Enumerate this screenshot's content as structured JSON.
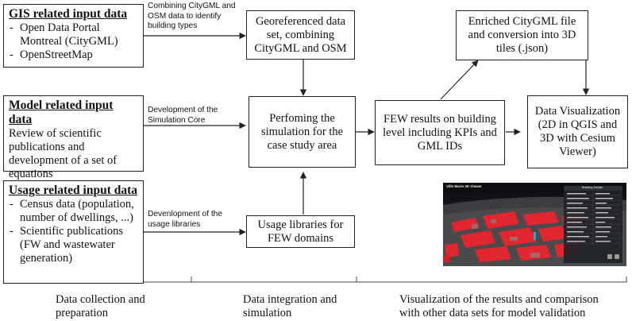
{
  "inputs": {
    "gis": {
      "title": "GIS related input data",
      "items": [
        "Open Data Portal Montreal (CityGML)",
        "OpenStreetMap"
      ]
    },
    "model": {
      "title": "Model related input data",
      "text": "Review of scientific publications and development of a set of equations"
    },
    "usage": {
      "title": "Usage related input data",
      "items": [
        "Census data (population, number of dwellings, ...)",
        "Scientific publications (FW and wastewater generation)"
      ]
    }
  },
  "notes": {
    "combining": "Combining CityGML and OSM data to identify building types",
    "simulation_core": "Development of the Simulation Core",
    "usage_libraries": "Devenlopment of the usage libraries"
  },
  "process": {
    "georeferenced": "Georeferenced data set, combining CityGML and OSM",
    "simulation": "Perfoming the simulation for the case study area",
    "usage_libraries": "Usage libraries for FEW domains",
    "results": "FEW results on building level including KPIs and GML IDs",
    "citygml": "Enriched CityGML file and conversion into 3D tiles (.json)",
    "visualization": "Data Visualization (2D in QGIS and 3D with Cesium Viewer)"
  },
  "stages": {
    "collection": "Data collection and preparation",
    "integration": "Data integration and simulation",
    "visualization": "Visualization of the results and comparison with other data sets for model validation"
  },
  "screenshot": {
    "title": "Ville Marie 3D Viewer",
    "panel_title": "Building Details"
  },
  "colors": {
    "line": "#222222",
    "building_highlight": "#e0262e",
    "panel": "#1f2328"
  }
}
